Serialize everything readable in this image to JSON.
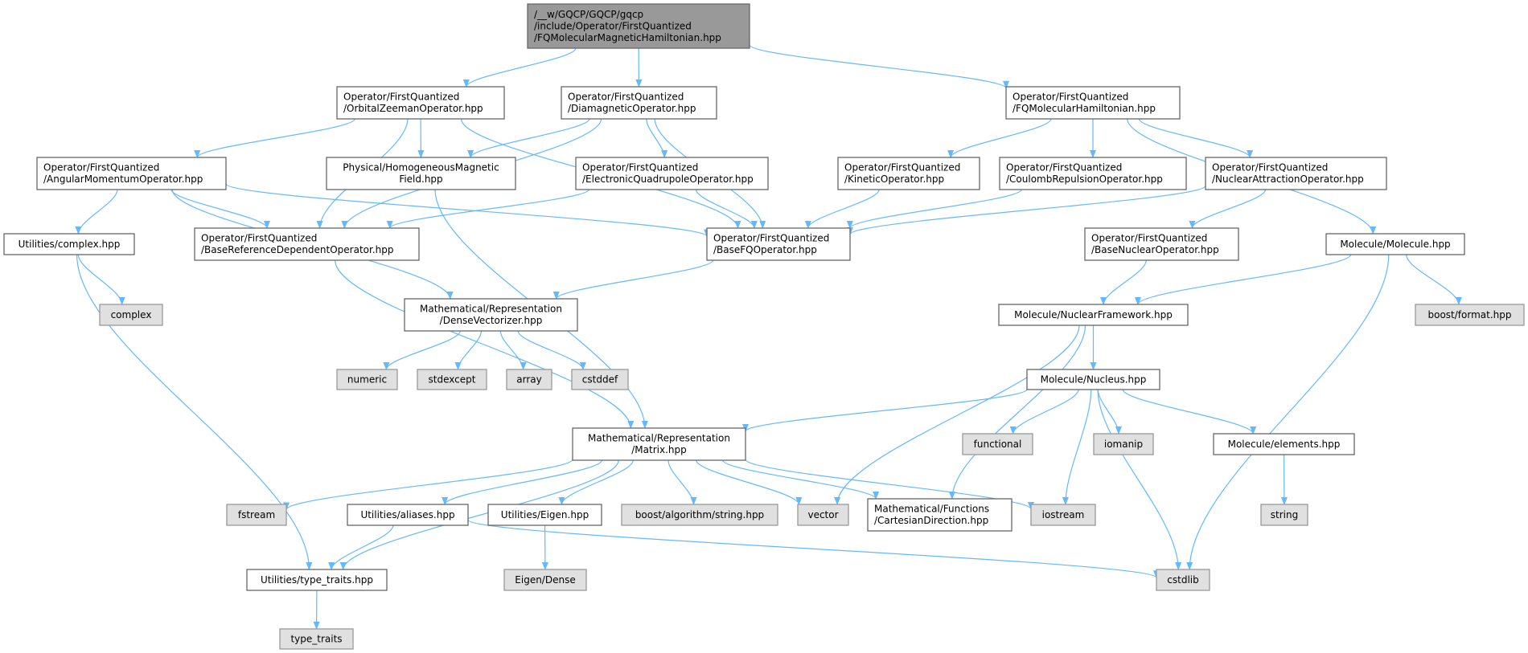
{
  "title": "/__w/GQCP/GQCP/gqcp/include/Operator/FirstQuantized/FQMolecularMagneticHamiltonian.hpp",
  "colors": {
    "edge": "#63b8ff",
    "root_fill": "#999999",
    "external_fill": "#e0e0e0",
    "file_fill": "#ffffff"
  },
  "nodes": [
    {
      "id": "root",
      "kind": "root",
      "lines": [
        "/__w/GQCP/GQCP/gqcp",
        "/include/Operator/FirstQuantized",
        "/FQMolecularMagneticHamiltonian.hpp"
      ]
    },
    {
      "id": "orbzee",
      "kind": "file",
      "lines": [
        "Operator/FirstQuantized",
        "/OrbitalZeemanOperator.hpp"
      ]
    },
    {
      "id": "diamag",
      "kind": "file",
      "lines": [
        "Operator/FirstQuantized",
        "/DiamagneticOperator.hpp"
      ]
    },
    {
      "id": "fqmolham",
      "kind": "file",
      "lines": [
        "Operator/FirstQuantized",
        "/FQMolecularHamiltonian.hpp"
      ]
    },
    {
      "id": "angmom",
      "kind": "file",
      "lines": [
        "Operator/FirstQuantized",
        "/AngularMomentumOperator.hpp"
      ]
    },
    {
      "id": "homog",
      "kind": "file",
      "lines": [
        "Physical/HomogeneousMagnetic",
        "Field.hpp"
      ]
    },
    {
      "id": "elquad",
      "kind": "file",
      "lines": [
        "Operator/FirstQuantized",
        "/ElectronicQuadrupoleOperator.hpp"
      ]
    },
    {
      "id": "kinetic",
      "kind": "file",
      "lines": [
        "Operator/FirstQuantized",
        "/KineticOperator.hpp"
      ]
    },
    {
      "id": "coulomb",
      "kind": "file",
      "lines": [
        "Operator/FirstQuantized",
        "/CoulombRepulsionOperator.hpp"
      ]
    },
    {
      "id": "nucattr",
      "kind": "file",
      "lines": [
        "Operator/FirstQuantized",
        "/NuclearAttractionOperator.hpp"
      ]
    },
    {
      "id": "complexhpp",
      "kind": "file",
      "lines": [
        "Utilities/complex.hpp"
      ]
    },
    {
      "id": "baserefdep",
      "kind": "file",
      "lines": [
        "Operator/FirstQuantized",
        "/BaseReferenceDependentOperator.hpp"
      ]
    },
    {
      "id": "basefq",
      "kind": "file",
      "lines": [
        "Operator/FirstQuantized",
        "/BaseFQOperator.hpp"
      ]
    },
    {
      "id": "basenuc",
      "kind": "file",
      "lines": [
        "Operator/FirstQuantized",
        "/BaseNuclearOperator.hpp"
      ]
    },
    {
      "id": "molecule",
      "kind": "file",
      "lines": [
        "Molecule/Molecule.hpp"
      ]
    },
    {
      "id": "complex",
      "kind": "ext",
      "lines": [
        "complex"
      ]
    },
    {
      "id": "densevec",
      "kind": "file",
      "lines": [
        "Mathematical/Representation",
        "/DenseVectorizer.hpp"
      ]
    },
    {
      "id": "nucframe",
      "kind": "file",
      "lines": [
        "Molecule/NuclearFramework.hpp"
      ]
    },
    {
      "id": "boostformat",
      "kind": "ext",
      "lines": [
        "boost/format.hpp"
      ]
    },
    {
      "id": "numeric",
      "kind": "ext",
      "lines": [
        "numeric"
      ]
    },
    {
      "id": "stdexcept",
      "kind": "ext",
      "lines": [
        "stdexcept"
      ]
    },
    {
      "id": "array",
      "kind": "ext",
      "lines": [
        "array"
      ]
    },
    {
      "id": "cstddef",
      "kind": "ext",
      "lines": [
        "cstddef"
      ]
    },
    {
      "id": "nucleus",
      "kind": "file",
      "lines": [
        "Molecule/Nucleus.hpp"
      ]
    },
    {
      "id": "matrix",
      "kind": "file",
      "lines": [
        "Mathematical/Representation",
        "/Matrix.hpp"
      ]
    },
    {
      "id": "functional",
      "kind": "ext",
      "lines": [
        "functional"
      ]
    },
    {
      "id": "iomanip",
      "kind": "ext",
      "lines": [
        "iomanip"
      ]
    },
    {
      "id": "elements",
      "kind": "file",
      "lines": [
        "Molecule/elements.hpp"
      ]
    },
    {
      "id": "fstream",
      "kind": "ext",
      "lines": [
        "fstream"
      ]
    },
    {
      "id": "aliases",
      "kind": "file",
      "lines": [
        "Utilities/aliases.hpp"
      ]
    },
    {
      "id": "eigenhpp",
      "kind": "file",
      "lines": [
        "Utilities/Eigen.hpp"
      ]
    },
    {
      "id": "boostalg",
      "kind": "ext",
      "lines": [
        "boost/algorithm/string.hpp"
      ]
    },
    {
      "id": "vector",
      "kind": "ext",
      "lines": [
        "vector"
      ]
    },
    {
      "id": "cartdir",
      "kind": "file",
      "lines": [
        "Mathematical/Functions",
        "/CartesianDirection.hpp"
      ]
    },
    {
      "id": "iostream",
      "kind": "ext",
      "lines": [
        "iostream"
      ]
    },
    {
      "id": "string",
      "kind": "ext",
      "lines": [
        "string"
      ]
    },
    {
      "id": "typetraitshpp",
      "kind": "file",
      "lines": [
        "Utilities/type_traits.hpp"
      ]
    },
    {
      "id": "eigendense",
      "kind": "ext",
      "lines": [
        "Eigen/Dense"
      ]
    },
    {
      "id": "cstdlib",
      "kind": "ext",
      "lines": [
        "cstdlib"
      ]
    },
    {
      "id": "typetraits",
      "kind": "ext",
      "lines": [
        "type_traits"
      ]
    }
  ],
  "edges": [
    [
      "root",
      "orbzee"
    ],
    [
      "root",
      "diamag"
    ],
    [
      "root",
      "fqmolham"
    ],
    [
      "orbzee",
      "angmom"
    ],
    [
      "orbzee",
      "baserefdep"
    ],
    [
      "orbzee",
      "homog"
    ],
    [
      "orbzee",
      "basefq"
    ],
    [
      "diamag",
      "baserefdep"
    ],
    [
      "diamag",
      "homog"
    ],
    [
      "diamag",
      "elquad"
    ],
    [
      "diamag",
      "basefq"
    ],
    [
      "fqmolham",
      "kinetic"
    ],
    [
      "fqmolham",
      "coulomb"
    ],
    [
      "fqmolham",
      "nucattr"
    ],
    [
      "fqmolham",
      "molecule"
    ],
    [
      "angmom",
      "complexhpp"
    ],
    [
      "angmom",
      "baserefdep"
    ],
    [
      "angmom",
      "densevec"
    ],
    [
      "angmom",
      "basefq"
    ],
    [
      "homog",
      "matrix"
    ],
    [
      "elquad",
      "baserefdep"
    ],
    [
      "elquad",
      "basefq"
    ],
    [
      "kinetic",
      "basefq"
    ],
    [
      "coulomb",
      "basefq"
    ],
    [
      "nucattr",
      "basefq"
    ],
    [
      "nucattr",
      "basenuc"
    ],
    [
      "complexhpp",
      "complex"
    ],
    [
      "complexhpp",
      "typetraitshpp"
    ],
    [
      "baserefdep",
      "matrix"
    ],
    [
      "basefq",
      "densevec"
    ],
    [
      "basenuc",
      "nucframe"
    ],
    [
      "molecule",
      "nucframe"
    ],
    [
      "molecule",
      "boostformat"
    ],
    [
      "molecule",
      "cstdlib"
    ],
    [
      "densevec",
      "numeric"
    ],
    [
      "densevec",
      "stdexcept"
    ],
    [
      "densevec",
      "array"
    ],
    [
      "densevec",
      "cstddef"
    ],
    [
      "nucframe",
      "nucleus"
    ],
    [
      "nucframe",
      "vector"
    ],
    [
      "nucframe",
      "cartdir"
    ],
    [
      "nucleus",
      "matrix"
    ],
    [
      "nucleus",
      "functional"
    ],
    [
      "nucleus",
      "iomanip"
    ],
    [
      "nucleus",
      "iostream"
    ],
    [
      "nucleus",
      "cstdlib"
    ],
    [
      "nucleus",
      "elements"
    ],
    [
      "matrix",
      "typetraitshpp"
    ],
    [
      "matrix",
      "fstream"
    ],
    [
      "matrix",
      "aliases"
    ],
    [
      "matrix",
      "eigenhpp"
    ],
    [
      "matrix",
      "boostalg"
    ],
    [
      "matrix",
      "vector"
    ],
    [
      "matrix",
      "cartdir"
    ],
    [
      "matrix",
      "iostream"
    ],
    [
      "aliases",
      "typetraitshpp"
    ],
    [
      "aliases",
      "cstdlib"
    ],
    [
      "eigenhpp",
      "eigendense"
    ],
    [
      "elements",
      "string"
    ],
    [
      "typetraitshpp",
      "typetraits"
    ]
  ]
}
